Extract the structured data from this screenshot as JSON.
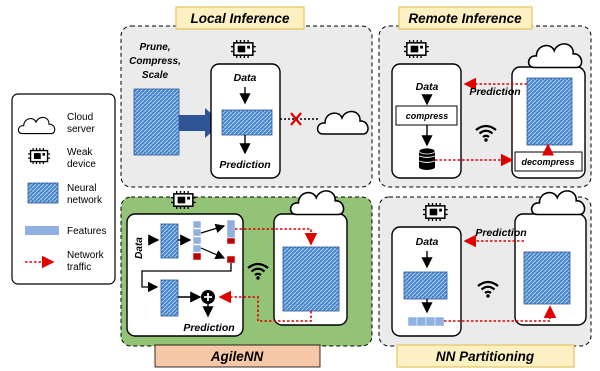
{
  "panels": {
    "local": {
      "title": "Local Inference",
      "label_prune": "Prune,",
      "label_compress": "Compress,",
      "label_scale": "Scale",
      "data": "Data",
      "prediction": "Prediction"
    },
    "remote": {
      "title": "Remote Inference",
      "data": "Data",
      "compress": "compress",
      "decompress": "decompress",
      "prediction": "Prediction"
    },
    "agile": {
      "title": "AgileNN",
      "data": "Data",
      "prediction": "Prediction"
    },
    "partition": {
      "title": "NN Partitioning",
      "data": "Data",
      "prediction": "Prediction"
    }
  },
  "legend": {
    "items": [
      {
        "icon": "cloud-icon",
        "label_line1": "Cloud",
        "label_line2": "server"
      },
      {
        "icon": "chip-icon",
        "label_line1": "Weak",
        "label_line2": "device"
      },
      {
        "icon": "neural-network-icon",
        "label_line1": "Neural",
        "label_line2": "network"
      },
      {
        "icon": "features-icon",
        "label_line1": "Features",
        "label_line2": ""
      },
      {
        "icon": "network-traffic-icon",
        "label_line1": "Network",
        "label_line2": "traffic"
      }
    ]
  },
  "colors": {
    "title_fill": "#fdf1c4",
    "title_border": "#e4c55a",
    "agile_title_fill": "#f7c8a8",
    "panel_gray": "#ebebeb",
    "panel_green": "#92c377",
    "nn_blue": "#3a7cc4",
    "feature_blue": "#8fb0e0",
    "feature_red": "#c00000",
    "traffic_red": "#e00000",
    "arrow_navy": "#2f5597"
  }
}
